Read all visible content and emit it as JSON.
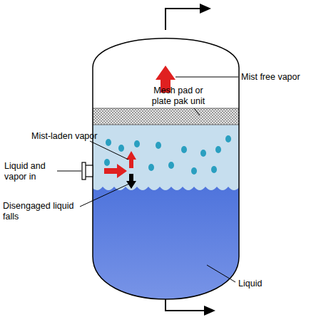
{
  "diagram": {
    "labels": [
      "Mist free vapor",
      "Mesh pad or plate pak unit",
      "Mist-laden vapor",
      "Liquid and vapor in",
      "Disengaged liquid falls",
      "Liquid"
    ]
  }
}
